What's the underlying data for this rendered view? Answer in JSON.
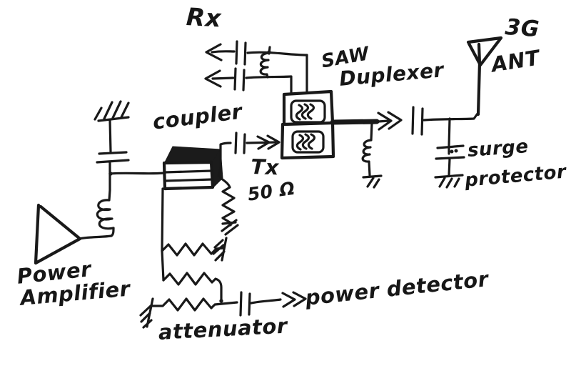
{
  "page": {
    "background": "#ffffff",
    "ink": "#191919"
  },
  "labels": {
    "rx": "Rx",
    "saw": "SAW",
    "duplexer": "Duplexer",
    "band": "3G",
    "ant": "ANT",
    "surge": "surge",
    "protector": "protector",
    "coupler": "coupler",
    "tx": "Tx",
    "termination": "50 Ω",
    "power": "Power",
    "amplifier": "Amplifier",
    "attenuator": "attenuator",
    "power_detector": "power detector"
  },
  "components": [
    {
      "name": "power-amplifier",
      "symbol": "triangle-amplifier"
    },
    {
      "name": "rf-choke-inductor",
      "symbol": "coil"
    },
    {
      "name": "shunt-capacitor-to-ground",
      "symbol": "capacitor-with-ground"
    },
    {
      "name": "directional-coupler",
      "symbol": "shaded-3d-slab"
    },
    {
      "name": "tx-dc-block-capacitor",
      "symbol": "series-capacitor"
    },
    {
      "name": "tx-feed-arrow",
      "symbol": "double-chevron-arrow"
    },
    {
      "name": "termination-50-ohm",
      "symbol": "resistor-to-ground"
    },
    {
      "name": "attenuator-network",
      "symbol": "three-resistors-with-grounds"
    },
    {
      "name": "detector-dc-block-capacitor",
      "symbol": "series-capacitor"
    },
    {
      "name": "power-detector-output",
      "symbol": "double-chevron-arrow"
    },
    {
      "name": "saw-duplexer",
      "symbol": "two-stacked-filter-boxes"
    },
    {
      "name": "rx-balanced-lines",
      "symbol": "two-capacitor-arrow-lines"
    },
    {
      "name": "rx-bridge-inductor",
      "symbol": "coil"
    },
    {
      "name": "antenna-feed-arrow",
      "symbol": "double-chevron-arrow"
    },
    {
      "name": "antenna-shunt-inductor",
      "symbol": "coil-to-ground"
    },
    {
      "name": "antenna-dc-block-capacitor",
      "symbol": "series-capacitor"
    },
    {
      "name": "surge-protector",
      "symbol": "spark-gap-to-ground"
    },
    {
      "name": "antenna-3g",
      "symbol": "triangle-mast"
    }
  ]
}
